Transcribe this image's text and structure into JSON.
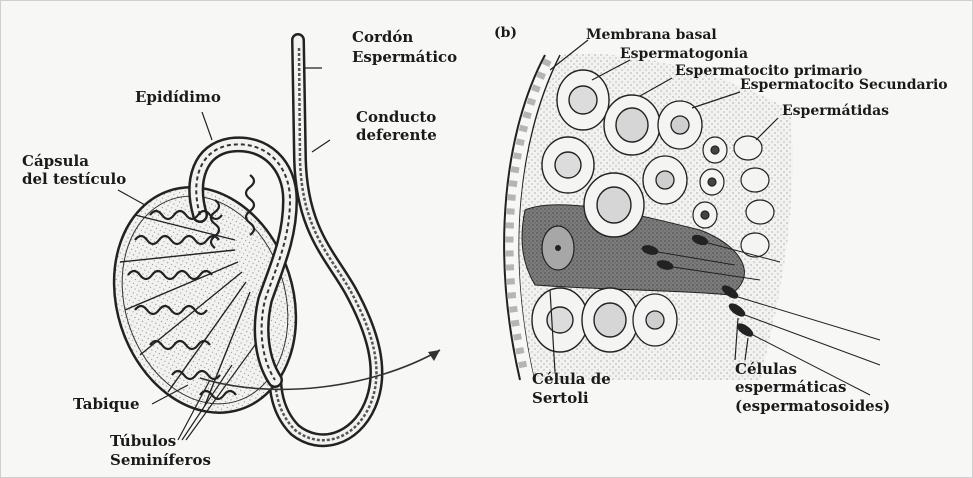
{
  "labels": {
    "panel_b": "(b)",
    "cordon_line1": "Cordón",
    "cordon_line2": "Espermático",
    "conducto_line1": "Conducto",
    "conducto_line2": "deferente",
    "epididimo": "Epidídimo",
    "capsula_line1": "Cápsula",
    "capsula_line2": "del testículo",
    "tabique": "Tabique",
    "tubulos_line1": "Túbulos",
    "tubulos_line2": "Seminíferos",
    "membrana": "Membrana basal",
    "espermatogonia": "Espermatogonia",
    "primario": "Espermatocito primario",
    "secundario": "Espermatocito Secundario",
    "espermatidas": "Espermátidas",
    "sertoli_line1": "Célula de",
    "sertoli_line2": "Sertoli",
    "celulas_line1": "Células",
    "celulas_line2": "espermáticas",
    "celulas_line3": "(espermatosoides)"
  },
  "colors": {
    "ink": "#222222",
    "stipple_fill": "#e6e6e6",
    "sertoli_fill": "#8a8a8a",
    "cell_fill": "#f2f2f2"
  }
}
